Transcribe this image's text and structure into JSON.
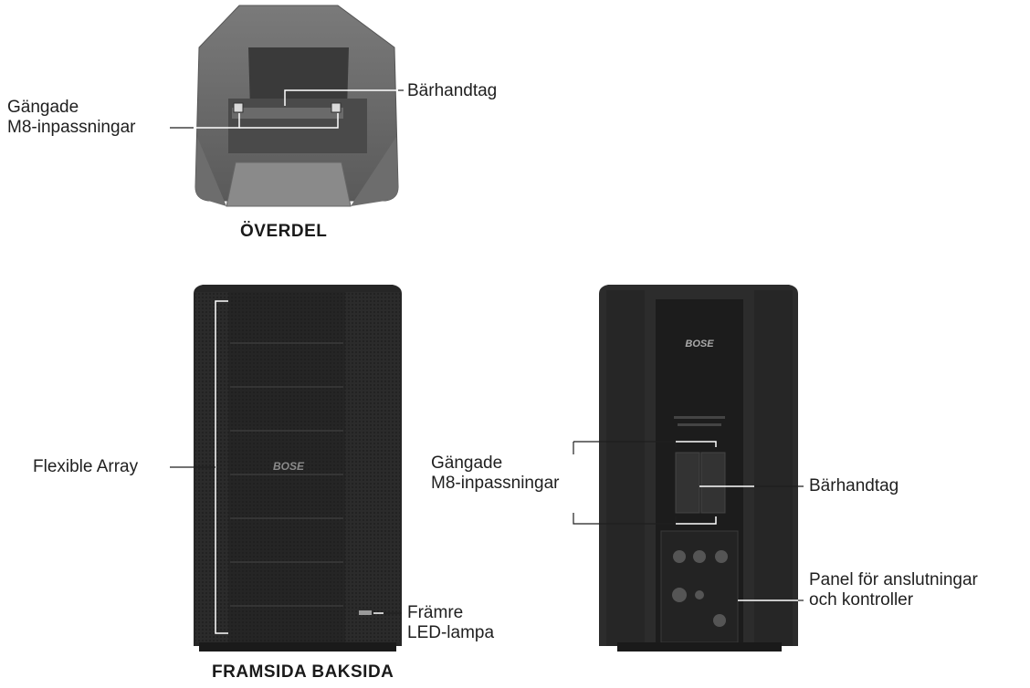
{
  "top_view": {
    "label_fittings_line1": "Gängade",
    "label_fittings_line2": "M8-inpassningar",
    "label_handle": "Bärhandtag",
    "caption": "ÖVERDEL"
  },
  "front_view": {
    "label_array": "Flexible Array",
    "label_led_line1": "Främre",
    "label_led_line2": "LED-lampa",
    "logo": "BOSE"
  },
  "back_view": {
    "label_fittings_line1": "Gängade",
    "label_fittings_line2": "M8-inpassningar",
    "label_handle": "Bärhandtag",
    "label_panel_line1": "Panel för anslutningar",
    "label_panel_line2": "och kontroller",
    "logo": "BOSE"
  },
  "bottom_caption": "FRAMSIDA BAKSIDA"
}
